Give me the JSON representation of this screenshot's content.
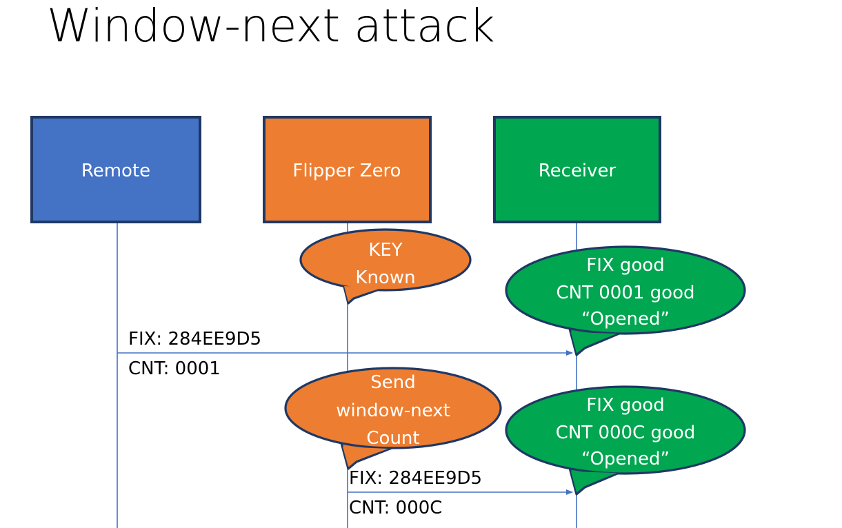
{
  "slide": {
    "title": "Window-next attack",
    "background": "#FFFFFF"
  },
  "colors": {
    "remote_fill": "#4472C4",
    "flipper_fill": "#ED7D31",
    "receiver_fill": "#00A650",
    "box_border": "#1F3864",
    "lifeline": "#4472C4",
    "arrow": "#4472C4",
    "text_on_fill": "#FFFFFF",
    "text_dark": "#000000"
  },
  "actors": [
    {
      "id": "remote",
      "label": "Remote"
    },
    {
      "id": "flipper",
      "label": "Flipper Zero"
    },
    {
      "id": "receiver",
      "label": "Receiver"
    }
  ],
  "callouts": [
    {
      "id": "key-known",
      "owner": "flipper",
      "lines": [
        "KEY",
        "Known"
      ]
    },
    {
      "id": "receiver-ack-1",
      "owner": "receiver",
      "lines": [
        "FIX good",
        "CNT 0001 good",
        "“Opened”"
      ]
    },
    {
      "id": "send-window-next",
      "owner": "flipper",
      "lines": [
        "Send",
        "window-next",
        "Count"
      ]
    },
    {
      "id": "receiver-ack-2",
      "owner": "receiver",
      "lines": [
        "FIX good",
        "CNT 000C good",
        "“Opened”"
      ]
    }
  ],
  "messages": [
    {
      "id": "msg-remote-to-receiver",
      "from": "remote",
      "to": "receiver",
      "line1": "FIX: 284EE9D5",
      "line2": "CNT: 0001"
    },
    {
      "id": "msg-flipper-to-receiver",
      "from": "flipper",
      "to": "receiver",
      "line1": "FIX: 284EE9D5",
      "line2": "CNT: 000C"
    }
  ]
}
